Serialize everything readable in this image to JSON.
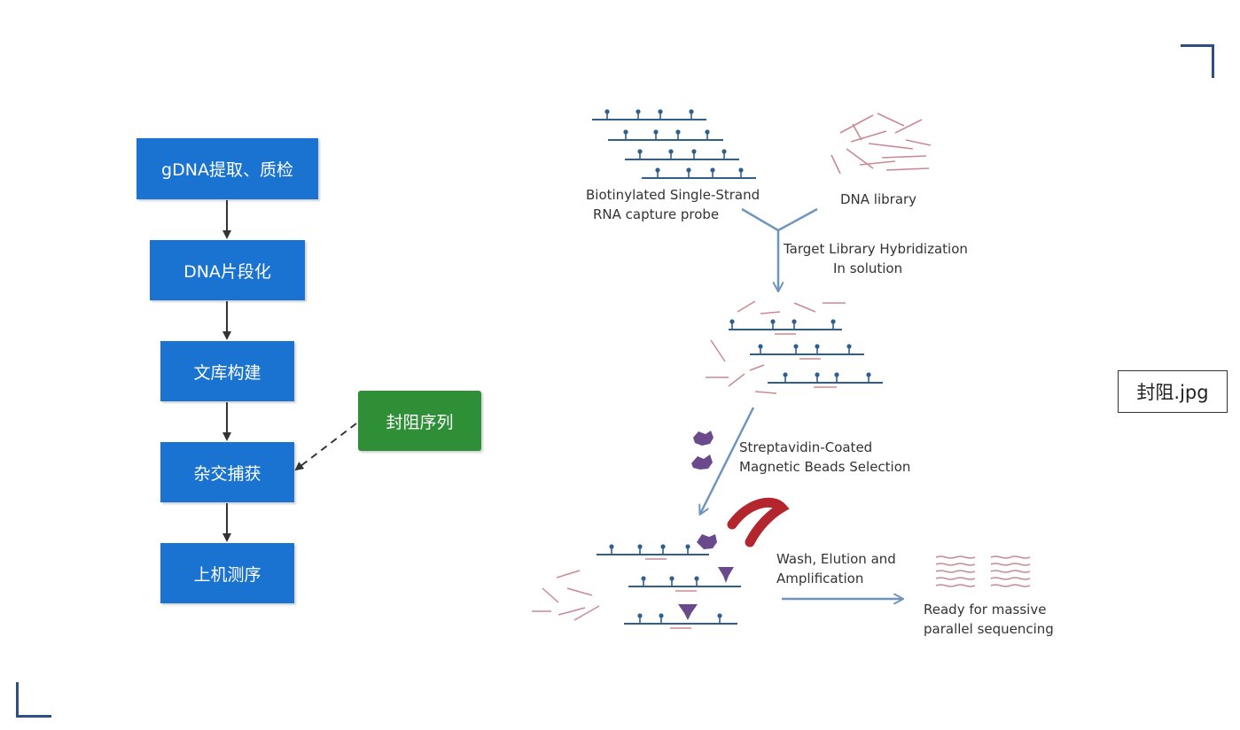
{
  "flowchart": {
    "steps": [
      "gDNA提取、质检",
      "DNA片段化",
      "文库构建",
      "杂交捕获",
      "上机测序"
    ],
    "side_step": "封阻序列"
  },
  "workflow": {
    "probe_label_line1": "Biotinylated Single-Strand",
    "probe_label_line2": "RNA capture probe",
    "library_label": "DNA library",
    "hybridization_line1": "Target Library Hybridization",
    "hybridization_line2": "In solution",
    "beads_line1": "Streptavidin-Coated",
    "beads_line2": "Magnetic Beads Selection",
    "wash_line1": "Wash, Elution and",
    "wash_line2": "Amplification",
    "ready_line1": "Ready for massive",
    "ready_line2": "parallel sequencing"
  },
  "filename_badge": "封阻.jpg",
  "colors": {
    "flow_blue": "#1a73d0",
    "flow_green": "#2f8f37",
    "frame_corner": "#2f4f82",
    "arrow_blue": "#6f95bd",
    "probe_blue": "#2f5f8e",
    "library_pink": "#c98a94",
    "bead_purple": "#6a4a8c",
    "magnet_red": "#b3262d"
  }
}
